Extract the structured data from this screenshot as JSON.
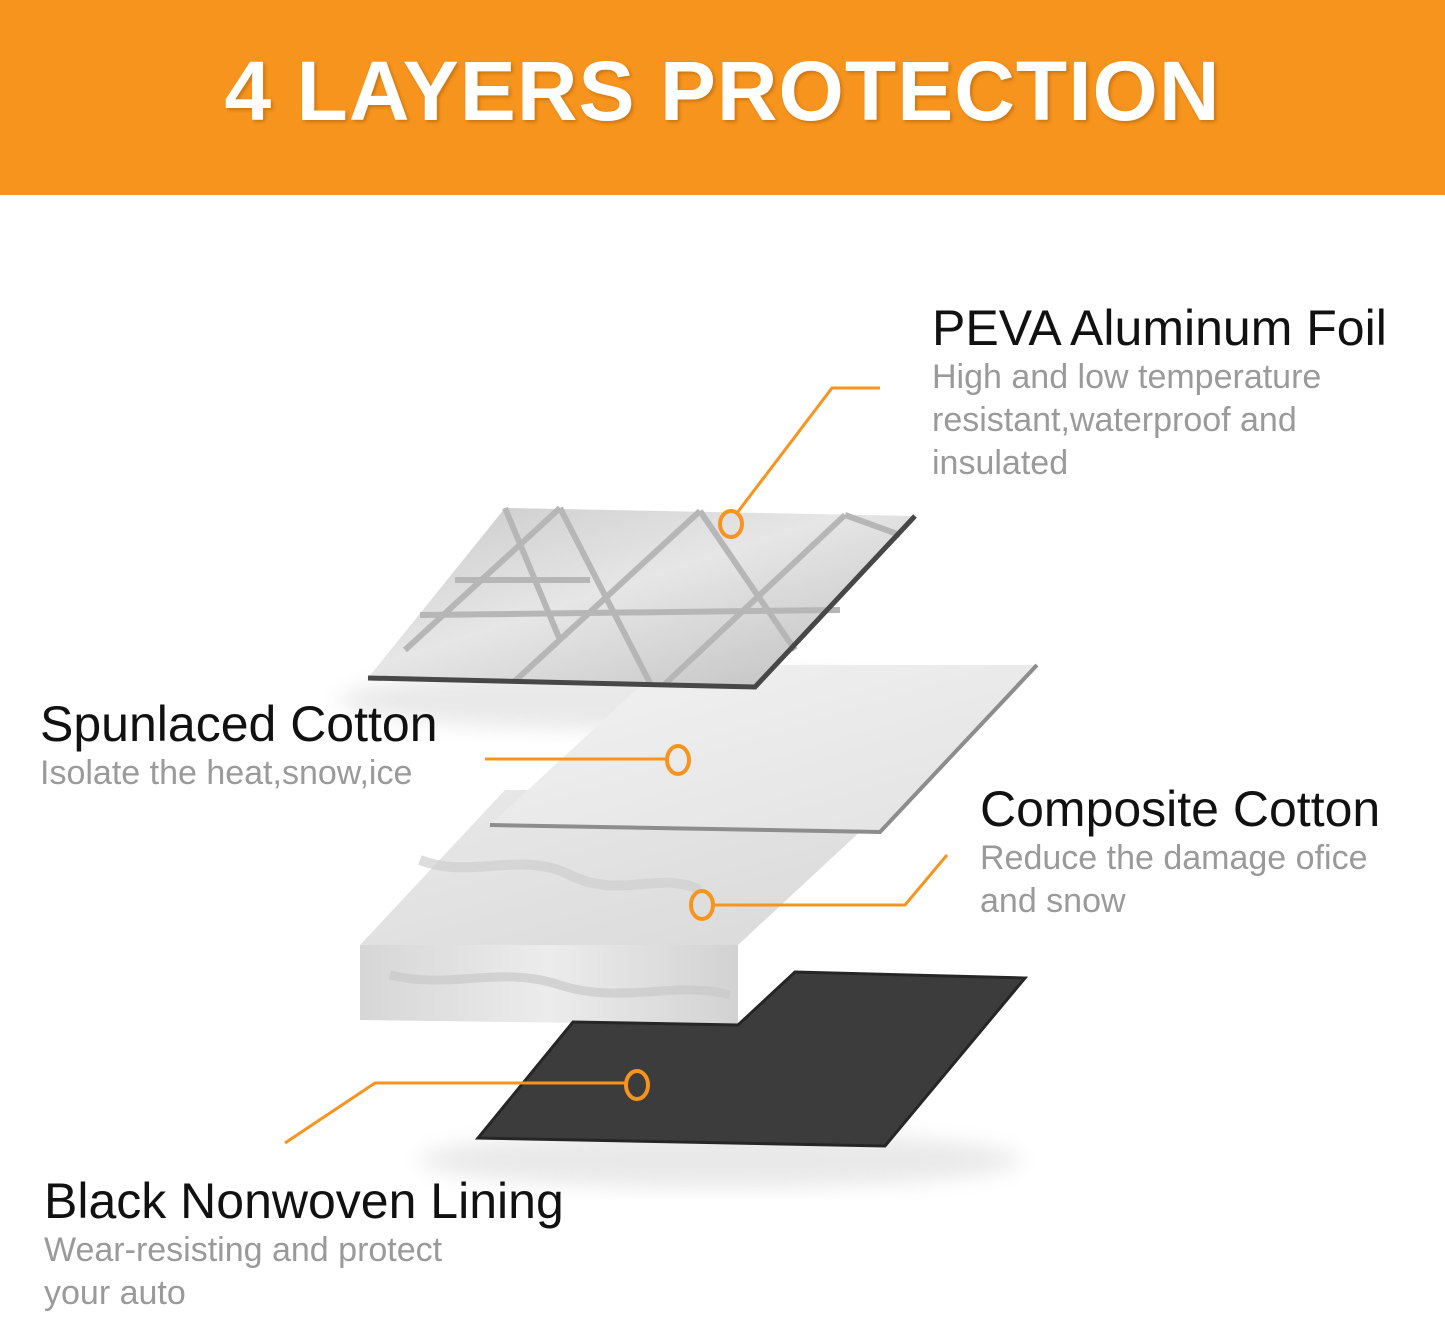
{
  "banner": {
    "title": "4 LAYERS PROTECTION",
    "color": "#f7941d"
  },
  "accent_color": "#f7941d",
  "layers": [
    {
      "title": "PEVA Aluminum Foil",
      "desc_lines": [
        "High and low temperature",
        "resistant,waterproof and",
        "insulated"
      ]
    },
    {
      "title": "Spunlaced Cotton",
      "desc_lines": [
        "Isolate the heat,snow,ice"
      ]
    },
    {
      "title": "Composite Cotton",
      "desc_lines": [
        "Reduce the damage ofice",
        "and snow"
      ]
    },
    {
      "title": "Black Nonwoven Lining",
      "desc_lines": [
        "Wear-resisting and protect",
        "your auto"
      ]
    }
  ]
}
